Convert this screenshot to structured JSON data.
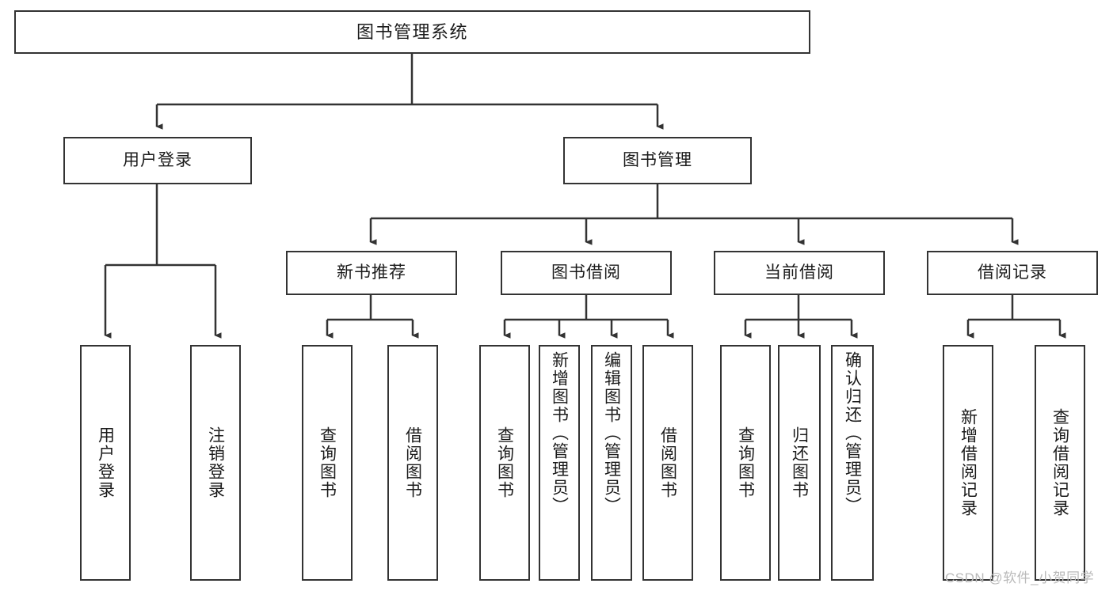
{
  "diagram": {
    "type": "tree",
    "title": "图书管理系统",
    "root": {
      "id": "root",
      "label": "图书管理系统",
      "orientation": "horizontal"
    },
    "level2": [
      {
        "id": "user-login",
        "label": "用户登录",
        "orientation": "horizontal"
      },
      {
        "id": "book-manage",
        "label": "图书管理",
        "orientation": "horizontal"
      }
    ],
    "level3": [
      {
        "id": "new-book-recommend",
        "label": "新书推荐",
        "orientation": "horizontal",
        "parent": "book-manage"
      },
      {
        "id": "book-borrow",
        "label": "图书借阅",
        "orientation": "horizontal",
        "parent": "book-manage"
      },
      {
        "id": "current-borrow",
        "label": "当前借阅",
        "orientation": "horizontal",
        "parent": "book-manage"
      },
      {
        "id": "borrow-record",
        "label": "借阅记录",
        "orientation": "horizontal",
        "parent": "book-manage"
      }
    ],
    "leaves": [
      {
        "id": "leaf-user-login",
        "label": "用户登录",
        "parent": "user-login"
      },
      {
        "id": "leaf-logout",
        "label": "注销登录",
        "parent": "user-login"
      },
      {
        "id": "leaf-query-book-1",
        "label": "查询图书",
        "parent": "new-book-recommend"
      },
      {
        "id": "leaf-borrow-book-1",
        "label": "借阅图书",
        "parent": "new-book-recommend"
      },
      {
        "id": "leaf-query-book-2",
        "label": "查询图书",
        "parent": "book-borrow"
      },
      {
        "id": "leaf-add-book",
        "label": "新增图书（管理员）",
        "parent": "book-borrow"
      },
      {
        "id": "leaf-edit-book",
        "label": "编辑图书（管理员）",
        "parent": "book-borrow"
      },
      {
        "id": "leaf-borrow-book-2",
        "label": "借阅图书",
        "parent": "book-borrow"
      },
      {
        "id": "leaf-query-book-3",
        "label": "查询图书",
        "parent": "current-borrow"
      },
      {
        "id": "leaf-return-book",
        "label": "归还图书",
        "parent": "current-borrow"
      },
      {
        "id": "leaf-confirm-return",
        "label": "确认归还（管理员）",
        "parent": "current-borrow"
      },
      {
        "id": "leaf-add-record",
        "label": "新增借阅记录",
        "parent": "borrow-record"
      },
      {
        "id": "leaf-query-record",
        "label": "查询借阅记录",
        "parent": "borrow-record"
      }
    ],
    "watermark": "CSDN @软件_小贺同学",
    "colors": {
      "stroke": "#333333",
      "background": "#ffffff",
      "text": "#1b1b1b",
      "watermark": "#b9b9b9"
    }
  }
}
